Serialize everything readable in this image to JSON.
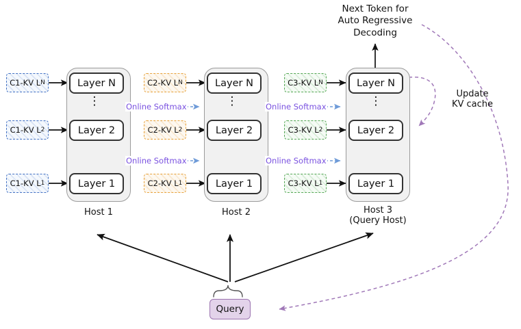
{
  "diagram": {
    "title_top": "Next Token for\nAuto Regressive\nDecoding",
    "update_label": "Update\nKV cache",
    "query_label": "Query",
    "softmax_label": "Online Softmax",
    "ellipsis_glyph": "⋮",
    "colors": {
      "c1_border": "#4472c4",
      "c2_border": "#e8a33d",
      "c3_border": "#57a957",
      "softmax_text": "#7a52e0",
      "softmax_arrow": "#6f9bd8",
      "update_arrow": "#a078b8",
      "query_fill": "#e3d3ea",
      "query_border": "#9b74b0",
      "host_fill": "#f1f1f1",
      "host_border": "#9a9a9a",
      "layer_border": "#333333",
      "arrow_black": "#111111"
    },
    "hosts": [
      {
        "id": "host-1",
        "caption": "Host 1",
        "kv_prefix": "C1-KV",
        "kv_class": "kv-c1",
        "layers": [
          {
            "label": "Layer N",
            "kv_label": "C1-KV L",
            "kv_sub": "N"
          },
          {
            "label": "Layer 2",
            "kv_label": "C1-KV L",
            "kv_sub": "2"
          },
          {
            "label": "Layer 1",
            "kv_label": "C1-KV L",
            "kv_sub": "1"
          }
        ]
      },
      {
        "id": "host-2",
        "caption": "Host 2",
        "kv_prefix": "C2-KV",
        "kv_class": "kv-c2",
        "layers": [
          {
            "label": "Layer N",
            "kv_label": "C2-KV L",
            "kv_sub": "N"
          },
          {
            "label": "Layer 2",
            "kv_label": "C2-KV L",
            "kv_sub": "2"
          },
          {
            "label": "Layer 1",
            "kv_label": "C2-KV L",
            "kv_sub": "1"
          }
        ]
      },
      {
        "id": "host-3",
        "caption": "Host 3\n(Query Host)",
        "kv_prefix": "C3-KV",
        "kv_class": "kv-c3",
        "layers": [
          {
            "label": "Layer N",
            "kv_label": "C3-KV L",
            "kv_sub": "N"
          },
          {
            "label": "Layer 2",
            "kv_label": "C3-KV L",
            "kv_sub": "2"
          },
          {
            "label": "Layer 1",
            "kv_label": "C3-KV L",
            "kv_sub": "1"
          }
        ]
      }
    ],
    "softmax_labels": [
      {
        "id": "softmax-h1-h2-upper"
      },
      {
        "id": "softmax-h2-h3-upper"
      },
      {
        "id": "softmax-h1-h2-lower"
      },
      {
        "id": "softmax-h2-h3-lower"
      }
    ]
  }
}
